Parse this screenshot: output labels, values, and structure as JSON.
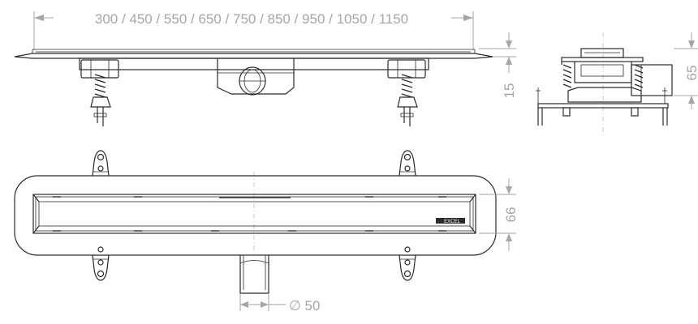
{
  "dimensions": {
    "lengths": "300 / 450 / 550 / 650 / 750 / 850 / 950 / 1050 / 1150",
    "height_total": "65",
    "height_low": "15",
    "width": "66",
    "outlet_diameter": "∅ 50"
  },
  "logo_text": "EXCEL",
  "colors": {
    "line": "#2b2b2b",
    "dimension": "#a6a6a6"
  }
}
